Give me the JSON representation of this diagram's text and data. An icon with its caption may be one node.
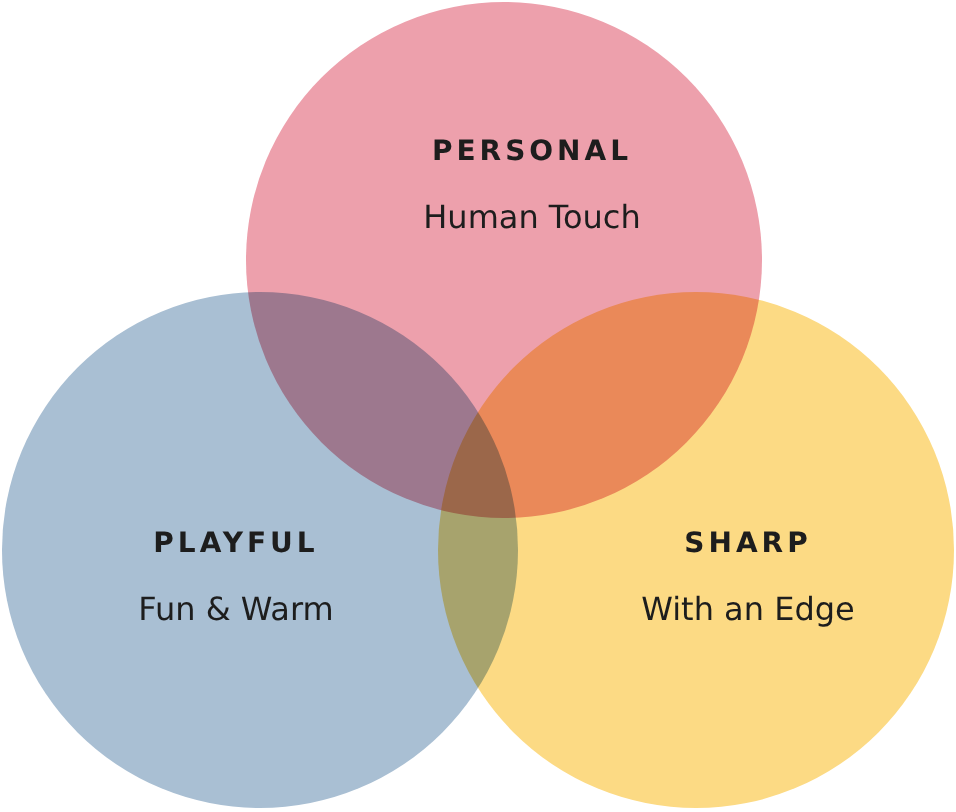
{
  "diagram": {
    "nodes": [
      {
        "text": [
          "PERSONAL",
          "Human Touch"
        ]
      },
      {
        "text": [
          "PLAYFUL",
          "Fun & Warm"
        ]
      },
      {
        "text": [
          "SHARP",
          "With an Edge"
        ]
      }
    ]
  }
}
